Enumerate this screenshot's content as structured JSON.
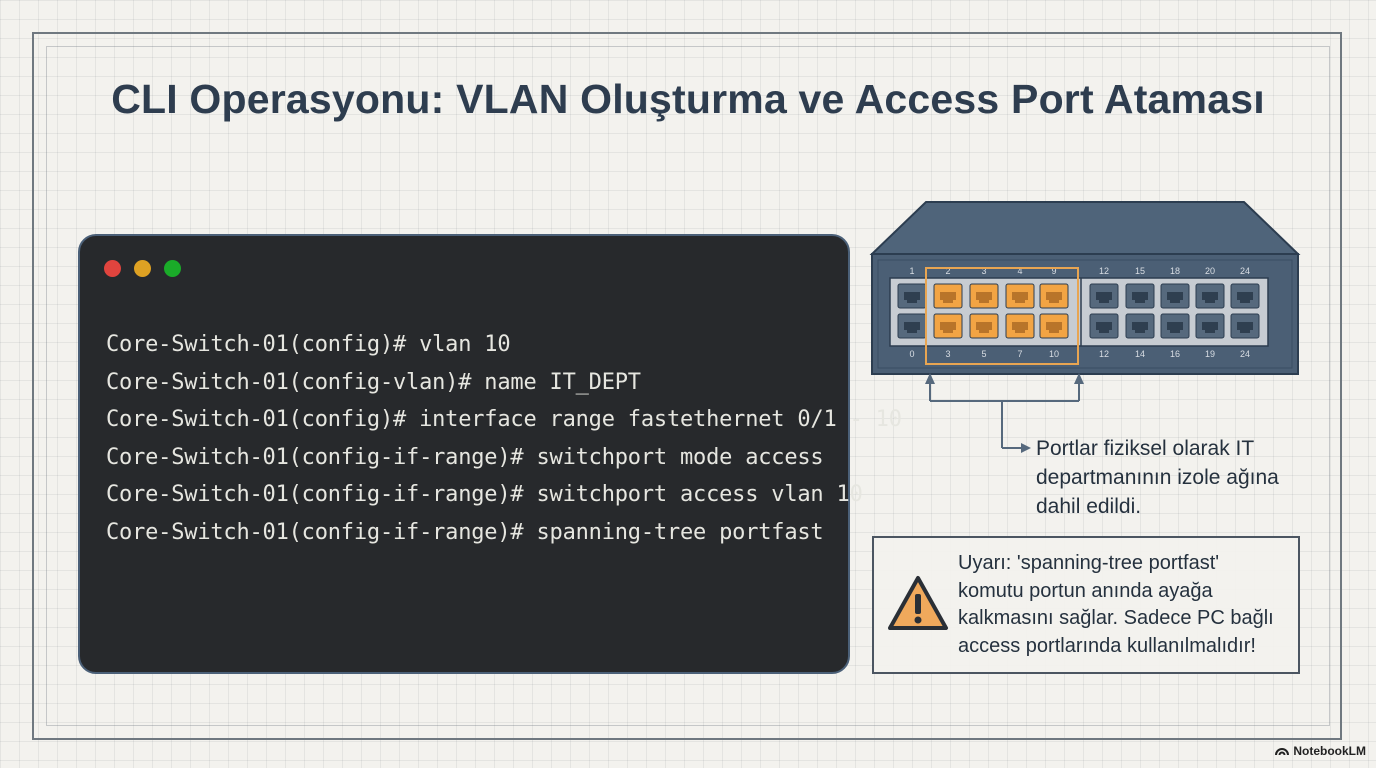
{
  "title": "CLI Operasyonu: VLAN Oluşturma ve Access Port Ataması",
  "terminal": {
    "commands": [
      "Core-Switch-01(config)# vlan 10",
      "Core-Switch-01(config-vlan)# name IT_DEPT",
      "Core-Switch-01(config)# interface range fastethernet 0/1 - 10",
      "Core-Switch-01(config-if-range)# switchport mode access",
      "Core-Switch-01(config-if-range)# switchport access vlan 10",
      "Core-Switch-01(config-if-range)# spanning-tree portfast"
    ]
  },
  "switch": {
    "top_labels": [
      "1",
      "2",
      "3",
      "4",
      "9",
      "12",
      "15",
      "18",
      "20",
      "24"
    ],
    "bottom_labels": [
      "0",
      "3",
      "5",
      "7",
      "10",
      "12",
      "14",
      "16",
      "19",
      "24"
    ],
    "highlight_color": "#f2a444",
    "port_color": "#56697d"
  },
  "callout": {
    "lines": [
      "Portlar fiziksel olarak IT",
      "departmanının izole ağına",
      "dahil edildi."
    ]
  },
  "warning": {
    "icon": "warning-triangle-icon",
    "lines": [
      "Uyarı: 'spanning-tree portfast'",
      "komutu portun anında ayağa",
      "kalkmasını sağlar. Sadece PC bağlı",
      "access portlarında kullanılmalıdır!"
    ]
  },
  "brand": {
    "label": "NotebookLM"
  }
}
